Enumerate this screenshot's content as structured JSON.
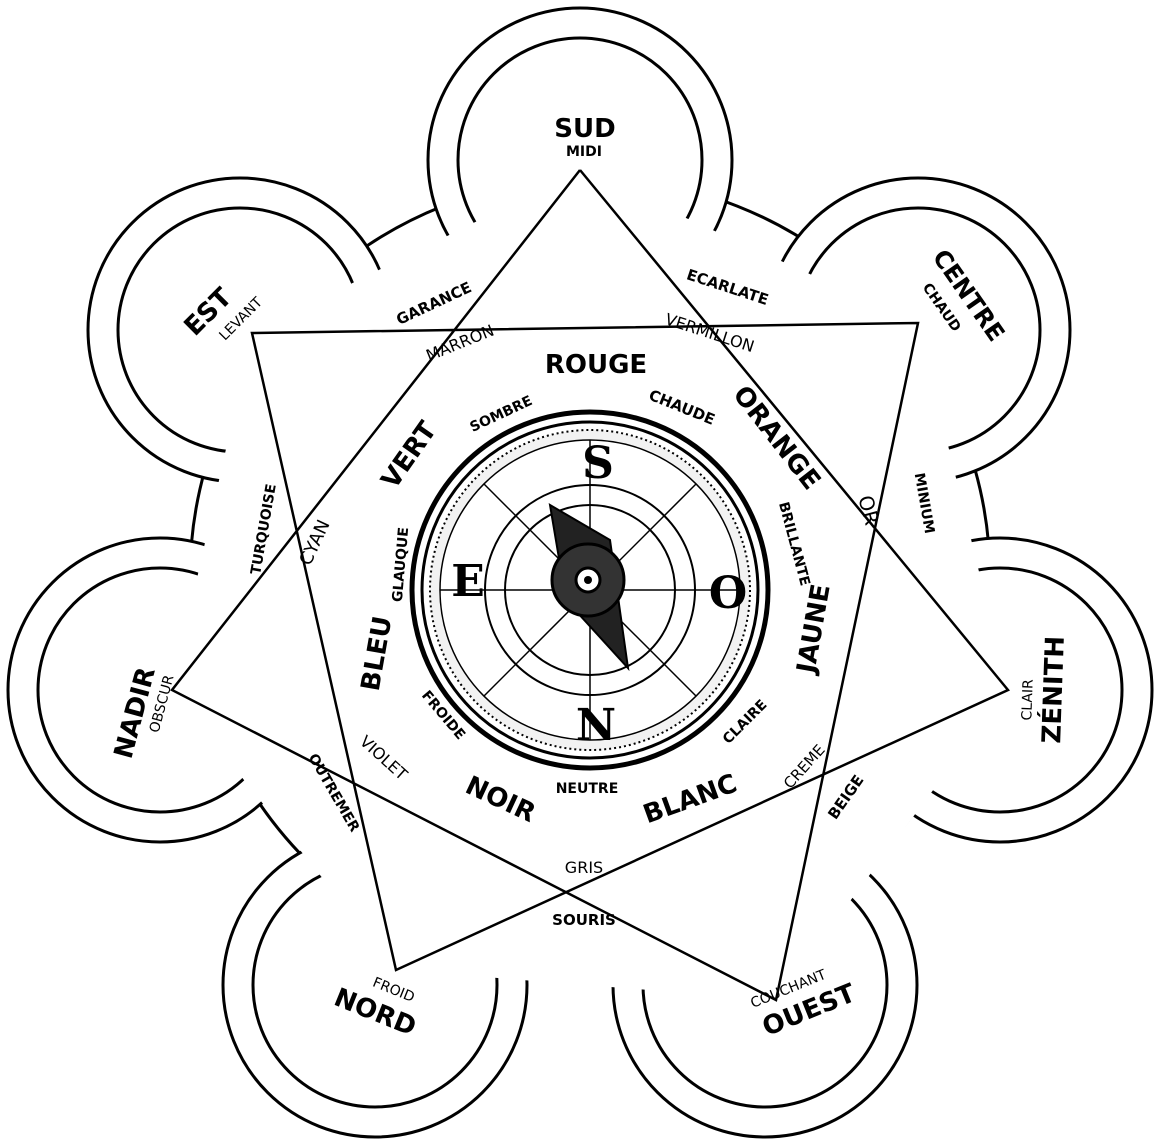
{
  "directions": {
    "sud": {
      "name": "SUD",
      "sub": "MIDI"
    },
    "centre": {
      "name": "CENTRE",
      "sub": "CHAUD"
    },
    "zenith": {
      "name": "ZÉNITH",
      "sub": "CLAIR"
    },
    "ouest": {
      "name": "OUEST",
      "sub": "COUCHANT"
    },
    "nord": {
      "name": "NORD",
      "sub": "FROID"
    },
    "nadir": {
      "name": "NADIR",
      "sub": "OBSCUR"
    },
    "est": {
      "name": "EST",
      "sub": "LEVANT"
    }
  },
  "colors_main": {
    "rouge": "ROUGE",
    "orange": "ORANGE",
    "jaune": "JAUNE",
    "blanc": "BLANC",
    "noir": "NOIR",
    "bleu": "BLEU",
    "vert": "VERT"
  },
  "qualities": {
    "sombre": "SOMBRE",
    "chaude": "CHAUDE",
    "brillante": "BRILLANTE",
    "claire": "CLAIRE",
    "neutre": "NEUTRE",
    "froide": "FROIDE",
    "glauque": "GLAUQUE"
  },
  "shades_inner": {
    "marron": "MARRON",
    "vermillon": "VERMILLON",
    "or": "OR",
    "creme": "CREME",
    "gris": "GRIS",
    "violet": "VIOLET",
    "cyan": "CYAN"
  },
  "shades_outer": {
    "garance": "GARANCE",
    "ecarlate": "ECARLATE",
    "minium": "MINIUM",
    "beige": "BEIGE",
    "souris": "SOURIS",
    "outremer": "OUTREMER",
    "turquoise": "TURQUOISE"
  },
  "compass": {
    "s": "S",
    "o": "O",
    "n": "N",
    "e": "E"
  }
}
